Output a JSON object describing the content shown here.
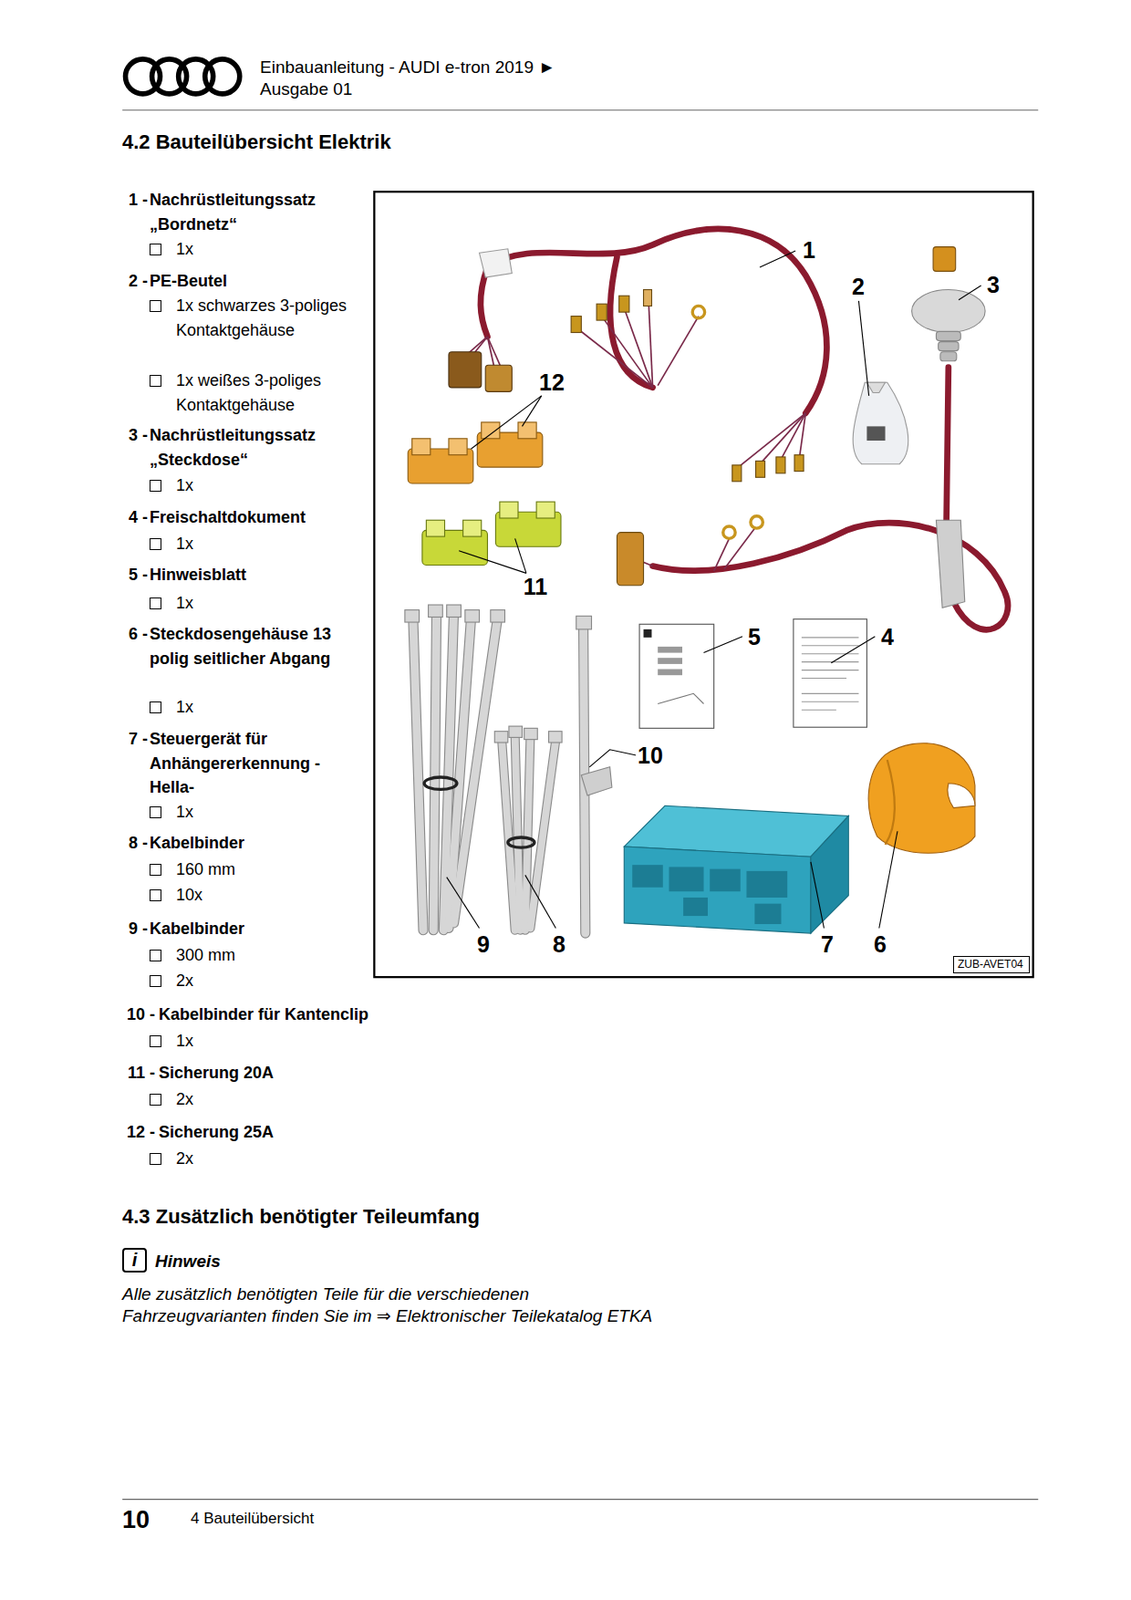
{
  "diagram": {
    "title": "4.2 Bauteilübersicht Elektrik",
    "nodes": [
      {
        "text": [
          "ZUB-AVET04"
        ]
      }
    ],
    "labels": [
      "Einbauanleitung - AUDI e-tron 2019 ►",
      "Ausgabe 01",
      "1 -",
      "Nachrüstleitungssatz „Bordnetz“",
      "1x",
      "2 -",
      "PE-Beutel",
      "1x schwarzes 3-poliges Kontaktgehäuse",
      "1x weißes 3-poliges Kontaktgehäuse",
      "3 -",
      "Nachrüstleitungssatz „Steckdose“",
      "1x",
      "4 -",
      "Freischaltdokument",
      "1x",
      "5 -",
      "Hinweisblatt",
      "1x",
      "6 -",
      "Steckdosengehäuse 13 polig seitlicher Abgang",
      "1x",
      "7 -",
      "Steuergerät für Anhängererkennung -Hella-",
      "1x",
      "8 -",
      "Kabelbinder",
      "160 mm",
      "10x",
      "9 -",
      "Kabelbinder",
      "300 mm",
      "2x",
      "10 -",
      "Kabelbinder für Kantenclip",
      "1x",
      "11 -",
      "Sicherung 20A",
      "2x",
      "12 -",
      "Sicherung 25A",
      "2x",
      "1",
      "2",
      "3",
      "12",
      "11",
      "5",
      "4",
      "10",
      "9",
      "8",
      "7",
      "6",
      "4.3 Zusätzlich benötigter Teileumfang",
      "i",
      "Hinweis",
      "Alle zusätzlich benötigten Teile für die verschiedenen Fahrzeugvarianten finden Sie im ⇒ Elektronischer Teilekatalog ETKA",
      "10",
      "4 Bauteilübersicht"
    ]
  }
}
